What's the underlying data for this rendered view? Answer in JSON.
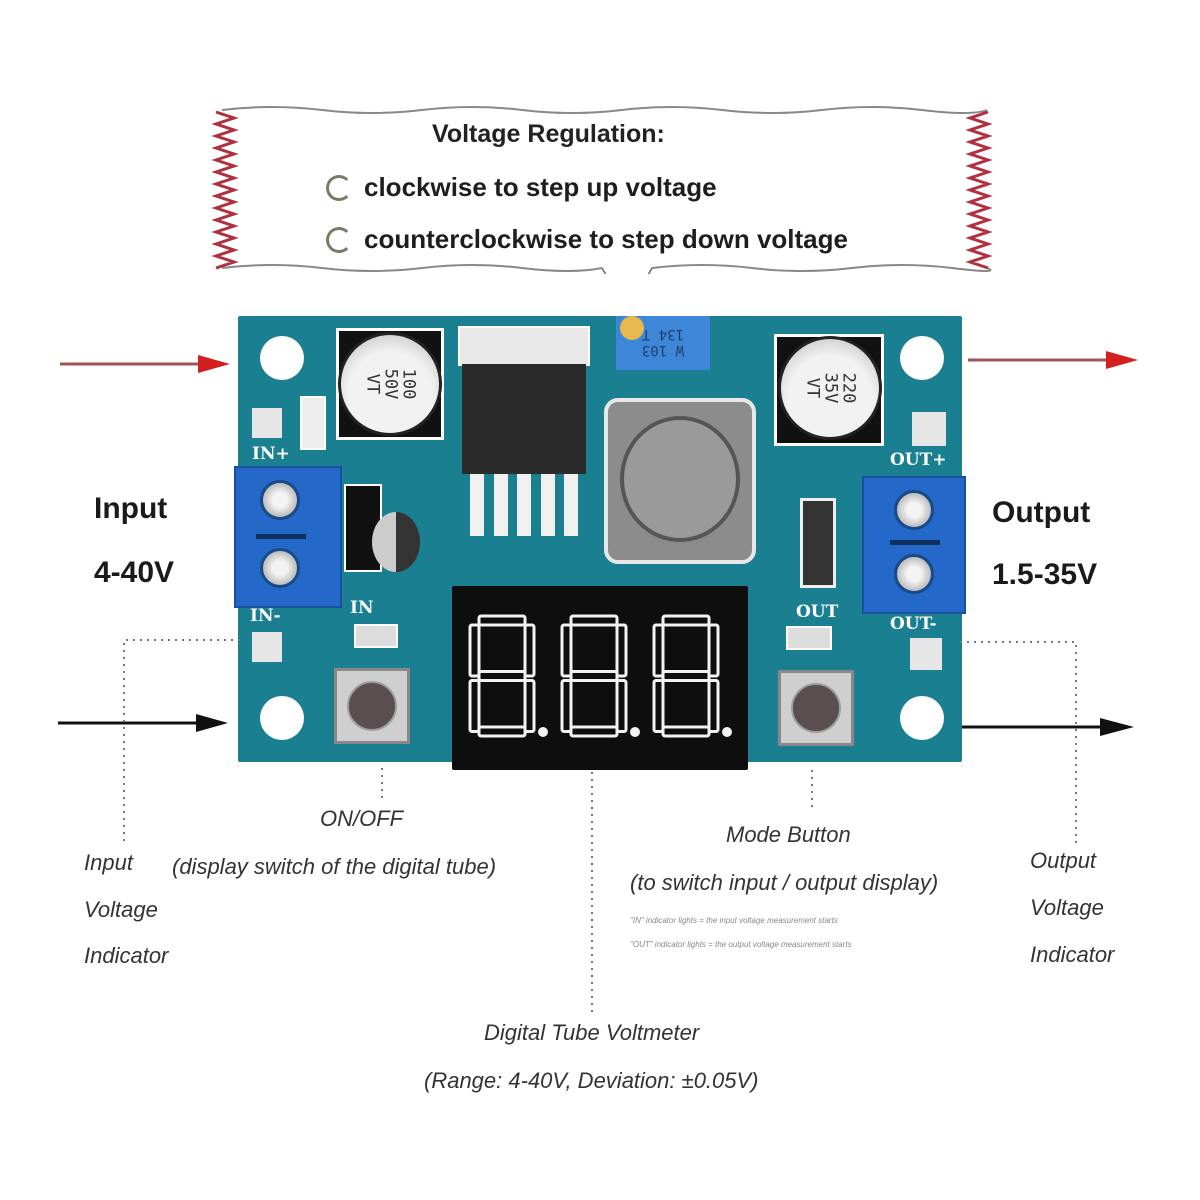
{
  "callout": {
    "title": "Voltage Regulation:",
    "lines": [
      {
        "icon": "rotate-clockwise-icon",
        "text": "clockwise to step up voltage"
      },
      {
        "icon": "rotate-counterclockwise-icon",
        "text": "counterclockwise to step down voltage"
      }
    ]
  },
  "board": {
    "input_cap": {
      "value": "100",
      "voltage": "50V",
      "series": "VT"
    },
    "output_cap": {
      "value": "220",
      "voltage": "35V",
      "series": "VT"
    },
    "potentiometer_marking": [
      "W 103",
      "134 T"
    ],
    "silkscreen": {
      "in_plus": "IN+",
      "in_minus": "IN-",
      "out_plus": "OUT+",
      "out_minus": "OUT-",
      "in_led": "IN",
      "out_led": "OUT"
    },
    "display_digits": [
      "8.",
      "8.",
      "8."
    ]
  },
  "labels": {
    "input_title": "Input",
    "input_range": "4-40V",
    "output_title": "Output",
    "output_range": "1.5-35V",
    "on_off": "ON/OFF",
    "on_off_desc": "(display switch of the digital tube)",
    "input_indicator": [
      "Input",
      "Voltage",
      "Indicator"
    ],
    "mode_button": "Mode Button",
    "mode_button_desc": "(to switch input / output display)",
    "mode_note_1": "\"IN\" indicator lights = the input voltage measurement starts",
    "mode_note_2": "\"OUT\" indicator lights = the output voltage measurement starts",
    "output_indicator": [
      "Output",
      "Voltage",
      "Indicator"
    ],
    "voltmeter": "Digital Tube Voltmeter",
    "voltmeter_desc": "(Range: 4-40V, Deviation: ±0.05V)"
  },
  "colors": {
    "pcb": "#1a7f90",
    "terminal": "#2468c9",
    "power_arrow": "#cc1f1f",
    "signal_arrow": "#111111",
    "display_segment": "#f2f2f2"
  }
}
